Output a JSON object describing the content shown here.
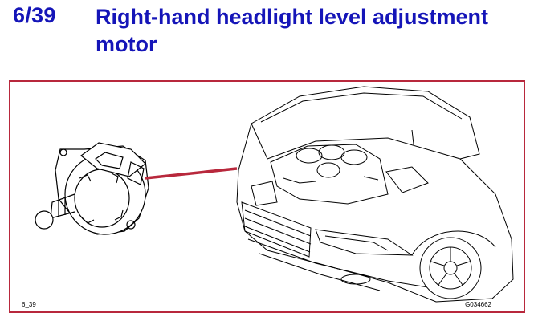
{
  "header": {
    "page_number": "6/39",
    "title": "Right-hand headlight level adjustment motor"
  },
  "figure": {
    "caption_left": "6_39",
    "caption_right": "G034662"
  },
  "colors": {
    "heading": "#1515b8",
    "frame": "#b8283c",
    "pointer": "#b8283c"
  }
}
